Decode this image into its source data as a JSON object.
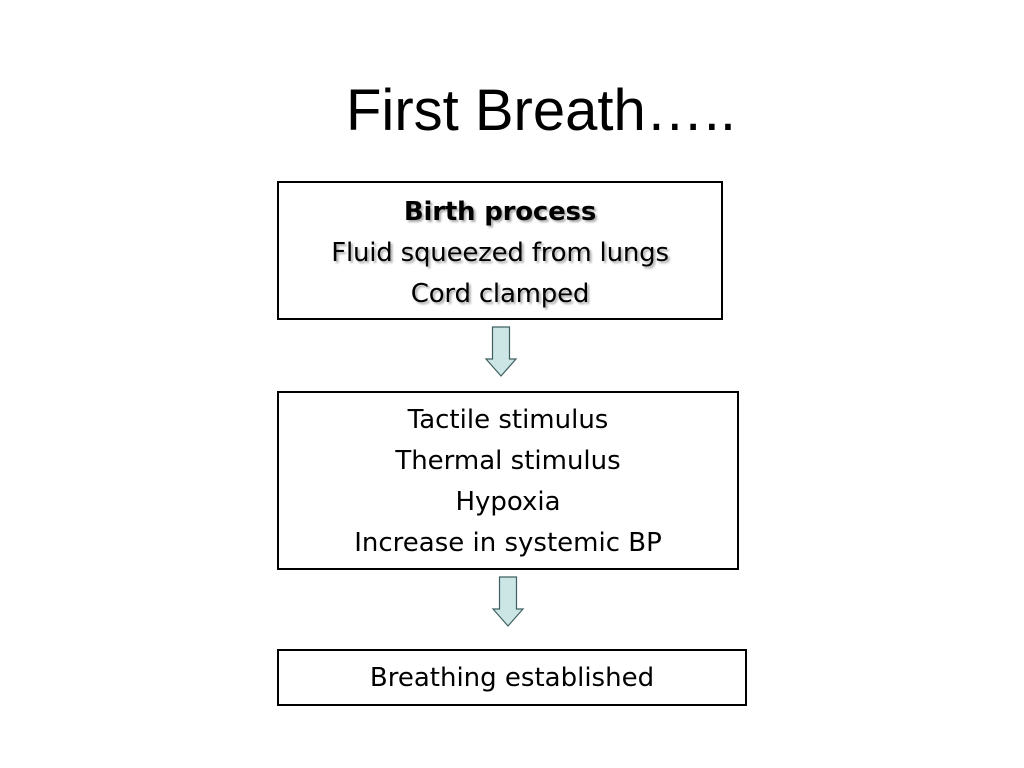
{
  "title": "First Breath…..",
  "colors": {
    "arrow_fill": "#cce6e6",
    "arrow_stroke": "#3f5f5f",
    "border": "#000000",
    "text_shadow": "#a9a9a9"
  },
  "steps": [
    {
      "lines": [
        "Birth process",
        "Fluid squeezed from lungs",
        "Cord clamped"
      ]
    },
    {
      "lines": [
        "Tactile stimulus",
        "Thermal stimulus",
        "Hypoxia",
        "Increase in systemic BP"
      ]
    },
    {
      "lines": [
        "Breathing established"
      ]
    }
  ],
  "connectors": [
    {
      "icon": "down-arrow-icon"
    },
    {
      "icon": "down-arrow-icon"
    }
  ]
}
